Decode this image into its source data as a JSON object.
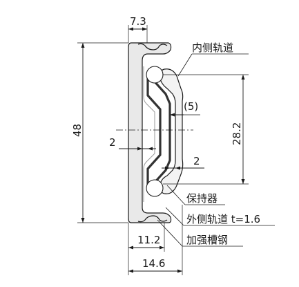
{
  "dimensions": {
    "channel_width": "7.3",
    "overall_height": "48",
    "clearance_left": "2",
    "clearance_right": "2",
    "ball_pitch": "(5)",
    "ball_spacing": "28.2",
    "rail_depth": "11.2",
    "overall_width": "14.6"
  },
  "callouts": {
    "inner_rail": "内侧轨道",
    "retainer": "保持器",
    "outer_rail": "外侧轨道 t=1.6",
    "channel_steel": "加强槽钢"
  },
  "colors": {
    "line": "#1a1a1a",
    "rail_fill": "#e9e9e9",
    "inner_fill": "#f3f3f3"
  }
}
